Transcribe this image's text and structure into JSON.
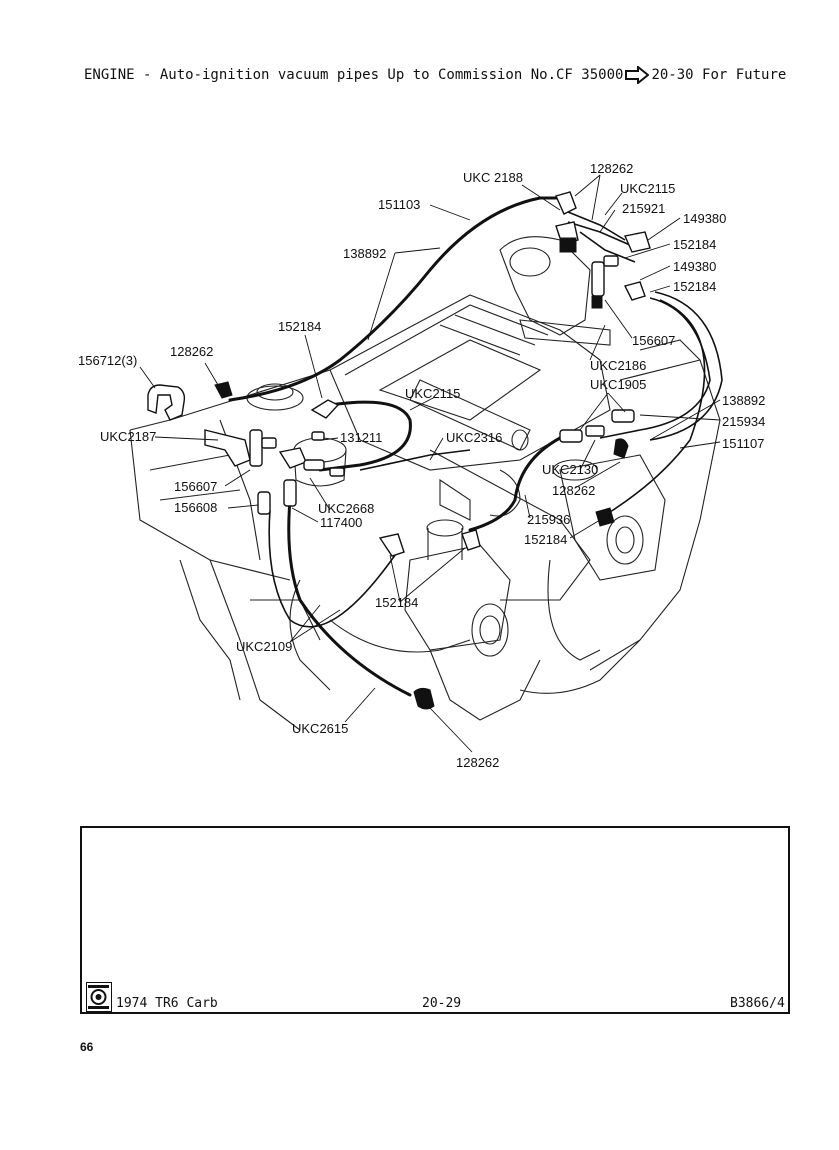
{
  "header": {
    "title": "ENGINE - Auto-ignition vacuum pipes Up to Commission No.CF 35000",
    "arrow_icon": "right-arrow-icon",
    "continuation": "20-30 For Future"
  },
  "labels": {
    "l_ukc2188": "UKC 2188",
    "l_128262_top": "128262",
    "l_ukc2115_top": "UKC2115",
    "l_215921": "215921",
    "l_151103": "151103",
    "l_149380_a": "149380",
    "l_152184_a": "152184",
    "l_138892_left": "138892",
    "l_149380_b": "149380",
    "l_152184_b": "152184",
    "l_152184_mid": "152184",
    "l_156607_right": "156607",
    "l_156712": "156712(3)",
    "l_128262_left": "128262",
    "l_ukc2186": "UKC2186",
    "l_ukc2115_mid": "UKC2115",
    "l_ukc1905": "UKC1905",
    "l_138892_right": "138892",
    "l_ukc2187": "UKC2187",
    "l_131211": "131211",
    "l_ukc2316": "UKC2316",
    "l_215934": "215934",
    "l_151107": "151107",
    "l_ukc2130": "UKC2130",
    "l_156607_left": "156607",
    "l_ukc2668": "UKC2668",
    "l_128262_mid": "128262",
    "l_156608": "156608",
    "l_117400": "117400",
    "l_215936": "215936",
    "l_152184_low": "152184",
    "l_152184_bottom": "152184",
    "l_ukc2109": "UKC2109",
    "l_ukc2615": "UKC2615",
    "l_128262_bottom": "128262"
  },
  "footer": {
    "model": "1974 TR6 Carb",
    "page_ref": "20-29",
    "plate_ref": "B3866/4",
    "logo_icon": "triumph-logo-icon"
  },
  "page_number": "66"
}
